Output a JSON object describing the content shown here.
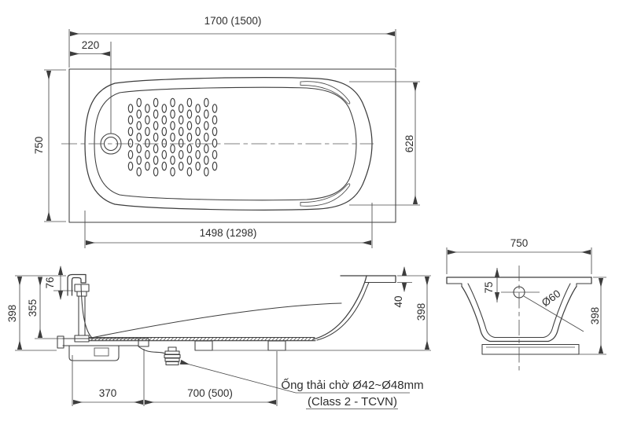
{
  "colors": {
    "background": "#ffffff",
    "line": "#3d3d3d"
  },
  "views": {
    "top": {
      "dim_overall_length": "1700 (1500)",
      "dim_drain_offset": "220",
      "dim_overall_width": "750",
      "dim_inner_width": "628",
      "dim_inner_length": "1498 (1298)"
    },
    "side": {
      "dim_rim_lip": "76",
      "dim_depth": "355",
      "dim_height_left": "398",
      "dim_rim_edge": "40",
      "dim_height_right": "398",
      "dim_drain_pos": "370",
      "dim_foot_span": "700 (500)",
      "note_line1": "Ống thải chờ Ø42~Ø48mm",
      "note_line2": "(Class 2 - TCVN)"
    },
    "end": {
      "dim_width": "750",
      "dim_drain_offset": "75",
      "dim_drain_dia": "Ø60",
      "dim_height": "398"
    }
  }
}
